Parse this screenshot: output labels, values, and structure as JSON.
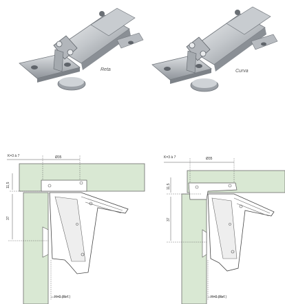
{
  "products": [
    {
      "name": "Reta"
    },
    {
      "name": "Curva"
    }
  ],
  "diagrams": [
    {
      "k_label": "K=3 à 7",
      "width_label": "Ø35",
      "top_label": "11,5",
      "side_label": "37",
      "bottom_label": "H=0 (Ref.)"
    },
    {
      "k_label": "K=3 à 7",
      "width_label": "Ø35",
      "top_label": "11,5",
      "side_label": "37",
      "bottom_label": "H=0 (Ref.)"
    }
  ],
  "colors": {
    "panel_fill": "#d9e8d3",
    "panel_stroke": "#6b6b6b",
    "metal_light": "#e4e6e8",
    "metal_mid": "#b8bcc0",
    "metal_dark": "#7d8288",
    "line": "#555555"
  }
}
